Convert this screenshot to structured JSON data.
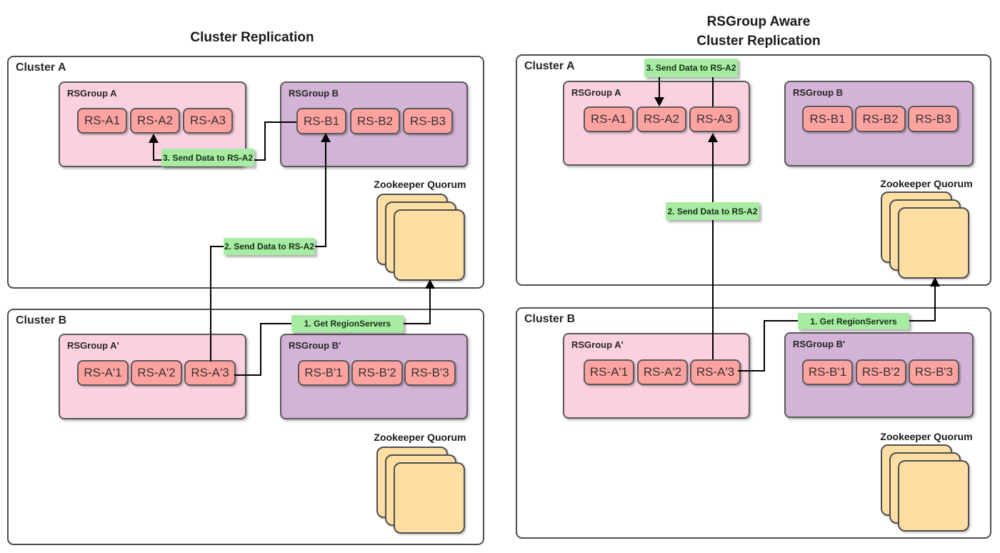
{
  "left_diagram": {
    "title": "Cluster Replication",
    "cluster_a": {
      "label": "Cluster A",
      "rsgroup_a": {
        "label": "RSGroup A",
        "servers": [
          "RS-A1",
          "RS-A2",
          "RS-A3"
        ]
      },
      "rsgroup_b": {
        "label": "RSGroup B",
        "servers": [
          "RS-B1",
          "RS-B2",
          "RS-B3"
        ]
      },
      "zookeeper_label": "Zookeeper Quorum"
    },
    "cluster_b": {
      "label": "Cluster B",
      "rsgroup_a": {
        "label": "RSGroup A'",
        "servers": [
          "RS-A'1",
          "RS-A'2",
          "RS-A'3"
        ]
      },
      "rsgroup_b": {
        "label": "RSGroup B'",
        "servers": [
          "RS-B'1",
          "RS-B'2",
          "RS-B'3"
        ]
      },
      "zookeeper_label": "Zookeeper Quorum"
    },
    "steps": {
      "step1": "1. Get RegionServers",
      "step2": "2. Send Data to RS-A2",
      "step3": "3. Send Data to RS-A2"
    }
  },
  "right_diagram": {
    "title_line1": "RSGroup Aware",
    "title_line2": "Cluster Replication",
    "cluster_a": {
      "label": "Cluster A",
      "rsgroup_a": {
        "label": "RSGroup A",
        "servers": [
          "RS-A1",
          "RS-A2",
          "RS-A3"
        ]
      },
      "rsgroup_b": {
        "label": "RSGroup B",
        "servers": [
          "RS-B1",
          "RS-B2",
          "RS-B3"
        ]
      },
      "zookeeper_label": "Zookeeper Quorum"
    },
    "cluster_b": {
      "label": "Cluster B",
      "rsgroup_a": {
        "label": "RSGroup A'",
        "servers": [
          "RS-A'1",
          "RS-A'2",
          "RS-A'3"
        ]
      },
      "rsgroup_b": {
        "label": "RSGroup B'",
        "servers": [
          "RS-B'1",
          "RS-B'2",
          "RS-B'3"
        ]
      },
      "zookeeper_label": "Zookeeper Quorum"
    },
    "steps": {
      "step1": "1. Get RegionServers",
      "step2": "2. Send Data to RS-A2",
      "step3": "3. Send Data to RS-A2"
    }
  },
  "colors": {
    "rsgroup_pink": "#fbd0e1",
    "rsgroup_purple": "#d3b4d7",
    "regionserver_red": "#ffa3a1",
    "step_label_green": "#a8eba2",
    "zookeeper_orange": "#ffdea4",
    "box_border_gray": "#4d4d4d",
    "line_black": "#000000"
  }
}
